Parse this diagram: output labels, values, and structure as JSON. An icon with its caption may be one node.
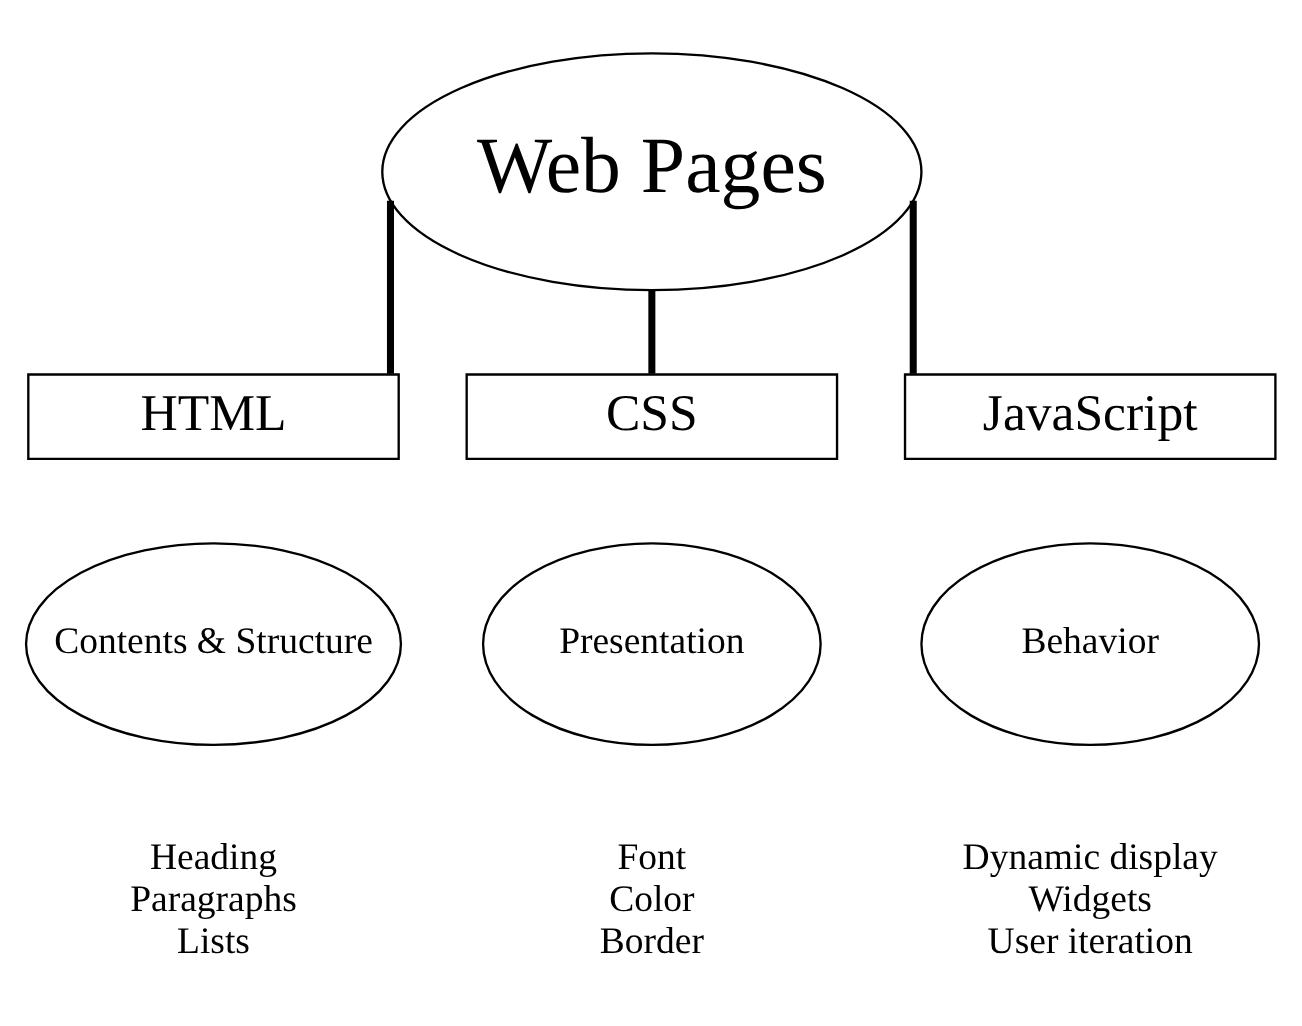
{
  "diagram": {
    "nodes": [
      {
        "text": [
          "Web Pages"
        ]
      },
      {
        "text": [
          "HTML"
        ]
      },
      {
        "text": [
          "CSS"
        ]
      },
      {
        "text": [
          "JavaScript"
        ]
      },
      {
        "text": [
          "Contents & Structure"
        ],
        "beside": [
          "Heading",
          "Paragraphs",
          "Lists"
        ]
      },
      {
        "text": [
          "Presentation"
        ],
        "beside": [
          "Font",
          "Color",
          "Border"
        ]
      },
      {
        "text": [
          "Behavior"
        ],
        "beside": [
          "Dynamic display",
          "Widgets",
          "User iteration"
        ]
      }
    ],
    "edges": [
      {
        "from": 0,
        "to": 1,
        "arrow": "none"
      },
      {
        "from": 0,
        "to": 2,
        "arrow": "none"
      },
      {
        "from": 0,
        "to": 3,
        "arrow": "none"
      }
    ]
  }
}
